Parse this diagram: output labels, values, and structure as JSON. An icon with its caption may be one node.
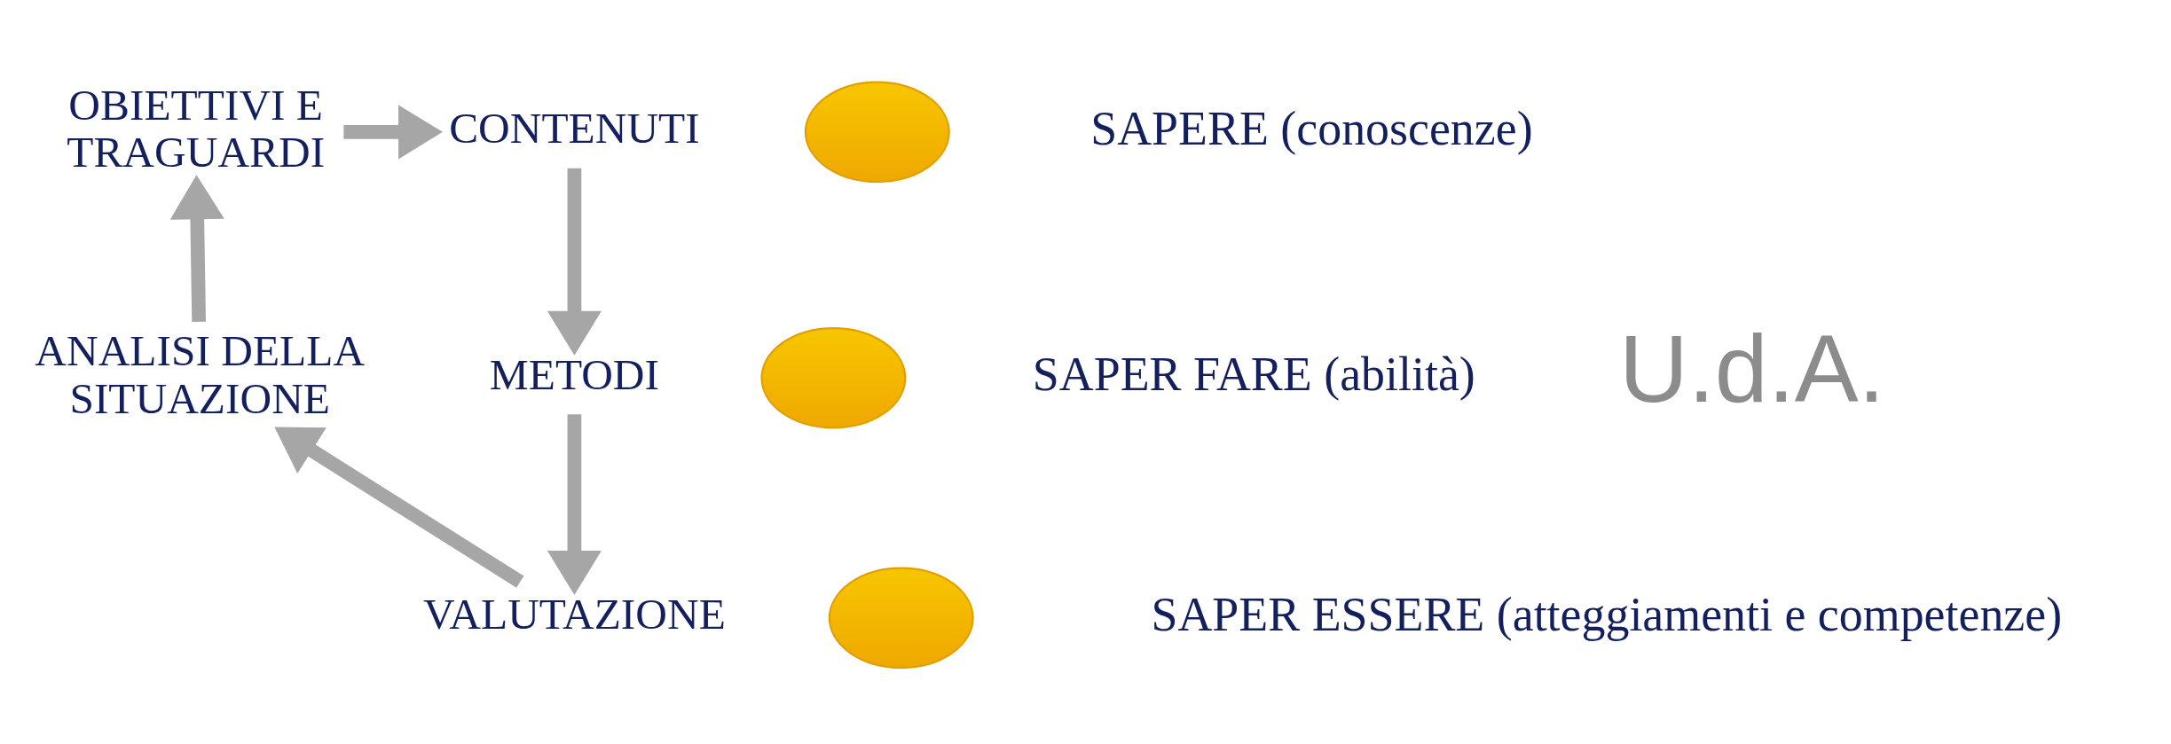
{
  "diagram": {
    "nodes": [
      {
        "text": [
          "OBIETTIVI E TRAGUARDI"
        ]
      },
      {
        "text": [
          "CONTENUTI"
        ]
      },
      {
        "text": [
          "METODI"
        ]
      },
      {
        "text": [
          "VALUTAZIONE"
        ]
      },
      {
        "text": [
          "ANALISI DELLA SITUAZIONE"
        ]
      },
      {
        "text": [],
        "shape": "ellipse",
        "beside": [
          "SAPERE (conoscenze)"
        ]
      },
      {
        "text": [],
        "shape": "ellipse",
        "beside": [
          "SAPER FARE (abilità)"
        ]
      },
      {
        "text": [],
        "shape": "ellipse",
        "beside": [
          "SAPER ESSERE (atteggiamenti e competenze)"
        ]
      }
    ],
    "edges": [
      {
        "from": 0,
        "to": 1,
        "arrow": "to"
      },
      {
        "from": 1,
        "to": 2,
        "arrow": "to"
      },
      {
        "from": 2,
        "to": 3,
        "arrow": "to"
      },
      {
        "from": 3,
        "to": 4,
        "arrow": "to"
      },
      {
        "from": 4,
        "to": 0,
        "arrow": "to"
      }
    ],
    "labels": [
      "U.d.A."
    ]
  }
}
